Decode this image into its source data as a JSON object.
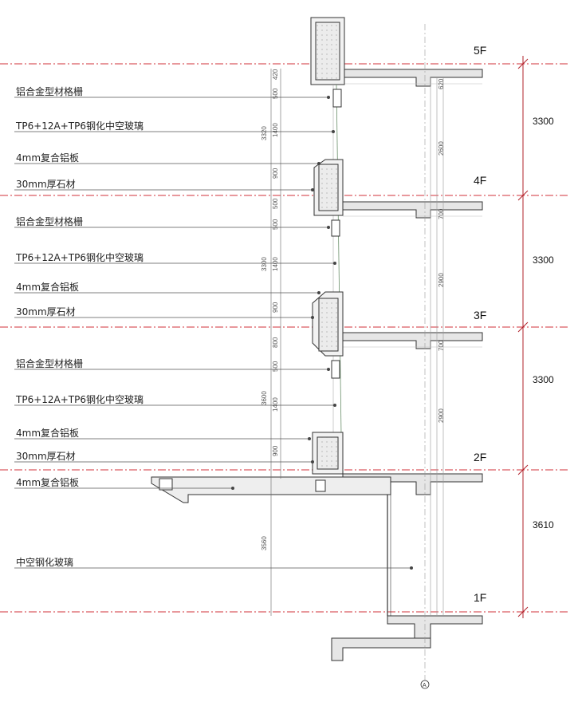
{
  "floors": [
    {
      "name": "5F"
    },
    {
      "name": "4F"
    },
    {
      "name": "3F"
    },
    {
      "name": "2F"
    },
    {
      "name": "1F"
    }
  ],
  "storey_heights": [
    "3300",
    "3300",
    "3300",
    "3610"
  ],
  "left_labels": [
    "铝合金型材格栅",
    "TP6+12A+TP6钢化中空玻璃",
    "4mm复合铝板",
    "30mm厚石材",
    "铝合金型材格栅",
    "TP6+12A+TP6钢化中空玻璃",
    "4mm复合铝板",
    "30mm厚石材",
    "铝合金型材格栅",
    "TP6+12A+TP6钢化中空玻璃",
    "4mm复合铝板",
    "30mm厚石材",
    "4mm复合铝板",
    "中空钢化玻璃"
  ],
  "facade_dims": [
    "420",
    "500",
    "1400",
    "3320",
    "900",
    "500",
    "500",
    "1400",
    "3300",
    "900",
    "800",
    "500",
    "1400",
    "3600",
    "900",
    "3560"
  ],
  "inner_dims": [
    "620",
    "2600",
    "700",
    "2900",
    "700",
    "2900"
  ],
  "grid_axis": "A",
  "colors": {
    "floor_line": "#d0303a",
    "dim_line": "#b0202a",
    "concrete": "#e6e6e6",
    "line": "#333333"
  }
}
